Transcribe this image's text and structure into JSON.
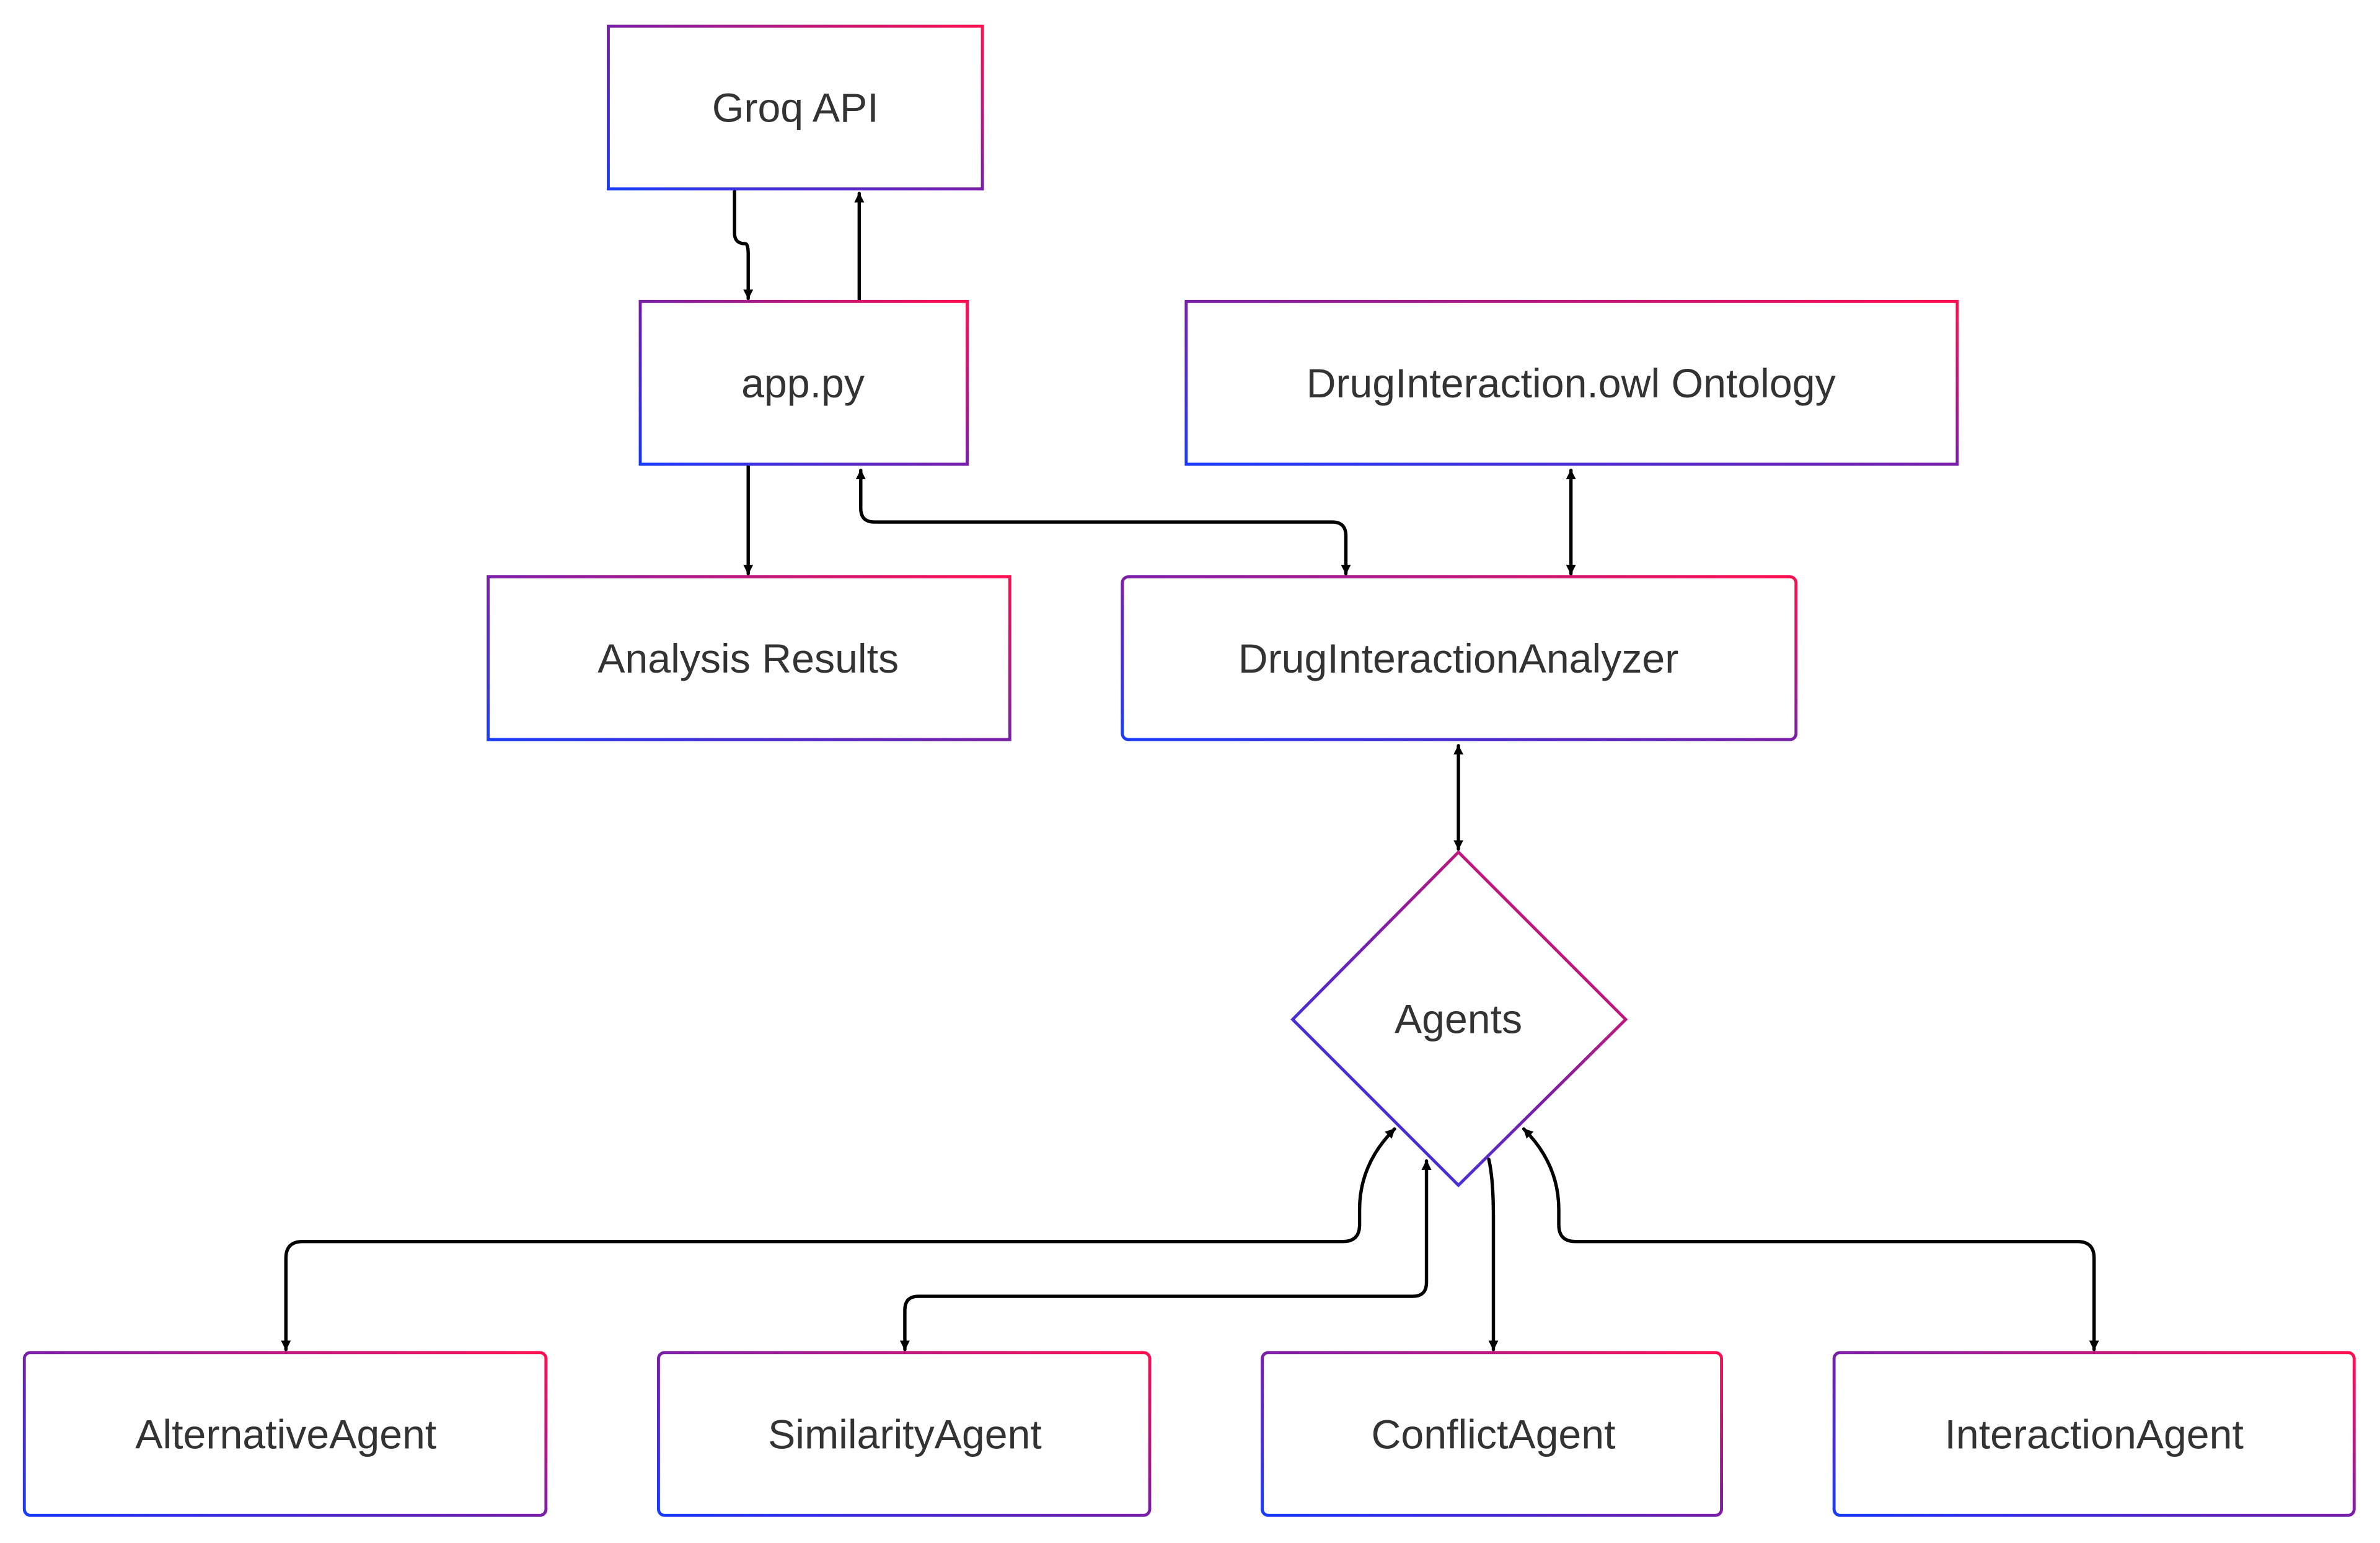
{
  "nodes": {
    "groq_api": "Groq API",
    "app_py": "app.py",
    "ontology": "DrugInteraction.owl Ontology",
    "analysis_results": "Analysis Results",
    "analyzer": "DrugInteractionAnalyzer",
    "agents": "Agents",
    "alternative_agent": "AlternativeAgent",
    "similarity_agent": "SimilarityAgent",
    "conflict_agent": "ConflictAgent",
    "interaction_agent": "InteractionAgent"
  },
  "colors": {
    "border_start": "#1a3cff",
    "border_mid": "#7a1fa8",
    "border_end": "#ff1050",
    "edge": "#000000",
    "text": "#333333"
  }
}
